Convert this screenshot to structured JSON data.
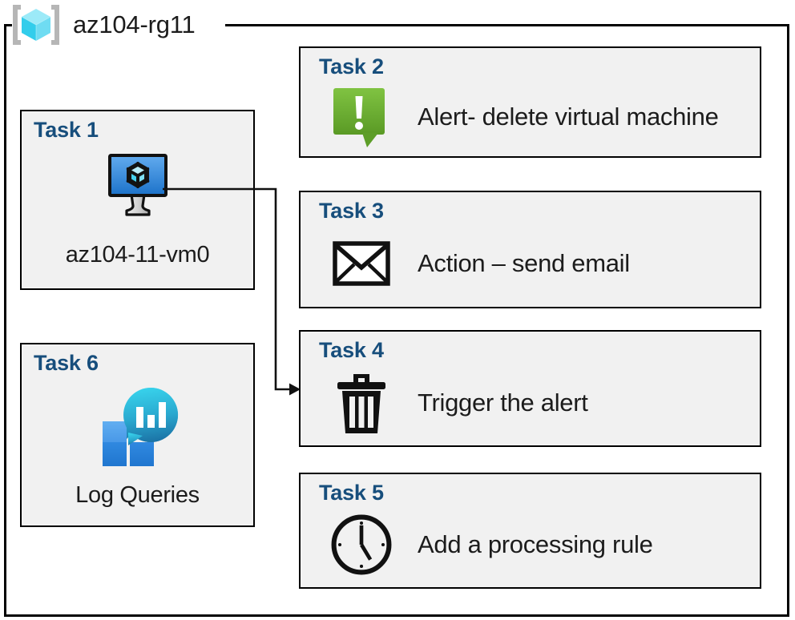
{
  "resource_group": {
    "name": "az104-rg11",
    "icon": "azure-resource-group-icon"
  },
  "colors": {
    "task_title": "#174E7C",
    "card_fill": "#F1F1F1",
    "card_border": "#000000",
    "alert_green_light": "#7FC243",
    "alert_green_dark": "#5B9B26",
    "vm_blue_light": "#5CA8EE",
    "vm_blue_dark": "#1E72C8",
    "log_cyan_light": "#34CDE8",
    "log_teal_dark": "#1C7AAE",
    "log_square_light": "#56A3EE",
    "log_square_dark": "#2680D8",
    "page_background": "#FFFFFF"
  },
  "cards": {
    "task1": {
      "title": "Task 1",
      "label": "az104-11-vm0",
      "icon": "virtual-machine-icon"
    },
    "task2": {
      "title": "Task 2",
      "label": "Alert- delete virtual machine",
      "icon": "alert-bubble-icon"
    },
    "task3": {
      "title": "Task 3",
      "label": "Action – send email",
      "icon": "envelope-icon"
    },
    "task4": {
      "title": "Task 4",
      "label": "Trigger the alert",
      "icon": "trash-icon"
    },
    "task5": {
      "title": "Task 5",
      "label": "Add a processing rule",
      "icon": "clock-icon"
    },
    "task6": {
      "title": "Task 6",
      "label": "Log Queries",
      "icon": "log-analytics-icon"
    }
  },
  "connector": {
    "from": "task1-virtual-machine-icon",
    "to": "task4-card",
    "arrow": "arrowhead-right"
  }
}
